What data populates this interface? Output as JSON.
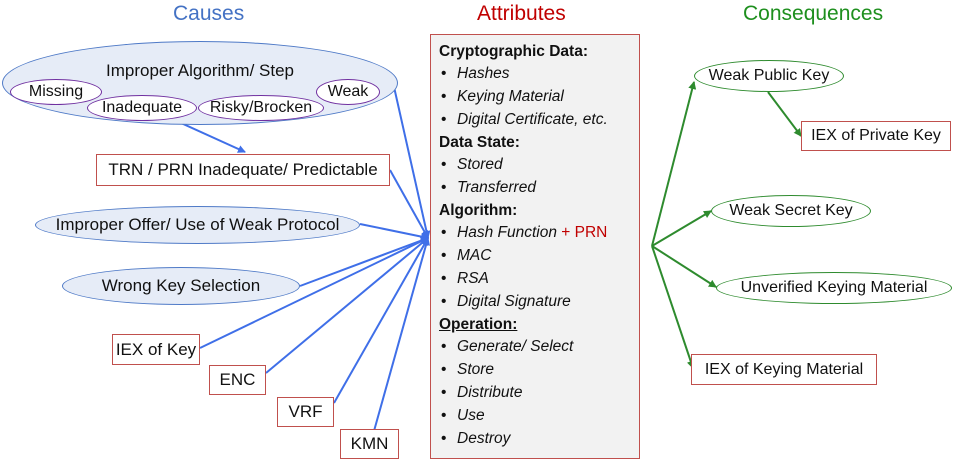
{
  "headers": {
    "causes": "Causes",
    "attributes": "Attributes",
    "consequences": "Consequences"
  },
  "causes": {
    "improper_algorithm": "Improper Algorithm/ Step",
    "missing": "Missing",
    "inadequate": "Inadequate",
    "risky": "Risky/Brocken",
    "weak": "Weak",
    "trn_prn": "TRN / PRN Inadequate/ Predictable",
    "improper_offer": "Improper Offer/ Use of Weak Protocol",
    "wrong_key": "Wrong Key Selection",
    "iex_key": "IEX of Key",
    "enc": "ENC",
    "vrf": "VRF",
    "kmn": "KMN"
  },
  "attributes": {
    "crypto": {
      "title": "Cryptographic Data:",
      "items": [
        "Hashes",
        "Keying Material",
        "Digital Certificate, etc."
      ]
    },
    "state": {
      "title": "Data State:",
      "items": [
        "Stored",
        "Transferred"
      ]
    },
    "algorithm": {
      "title": "Algorithm:",
      "hash_fn": "Hash Function",
      "hash_extra": " + PRN",
      "items": [
        "MAC",
        "RSA",
        "Digital Signature"
      ]
    },
    "operation": {
      "title": "Operation:",
      "items": [
        "Generate/ Select",
        "Store",
        "Distribute",
        "Use",
        "Destroy"
      ]
    }
  },
  "consequences": {
    "weak_public": "Weak Public Key",
    "iex_private": "IEX of Private Key",
    "weak_secret": "Weak Secret Key",
    "unverified": "Unverified Keying Material",
    "iex_keying": "IEX of Keying Material"
  },
  "colors": {
    "causes": "#4472c4",
    "attributes": "#c00000",
    "consequences": "#1e8f1e",
    "cause_arrow": "#3f6fe8",
    "consequence_arrow": "#2e8b2e"
  }
}
